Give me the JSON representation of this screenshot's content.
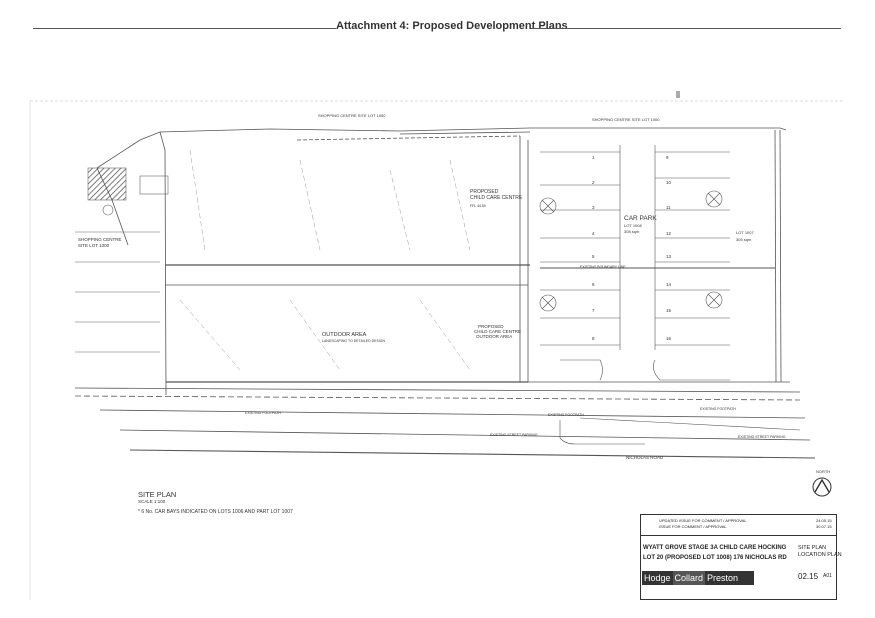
{
  "header": {
    "title": "Attachment 4: Proposed Development Plans"
  },
  "plan": {
    "shopping_top_left": "SHOPPING CENTRE SITE LOT 1000",
    "shopping_top_right": "SHOPPING CENTRE SITE LOT 1000",
    "shopping_left": "SHOPPING CENTRE\nSITE LOT 1000",
    "proposed_centre": "PROPOSED\nCHILD CARE CENTRE",
    "centre_area": "FFL 44.50",
    "car_park": "CAR PARK",
    "car_park_lot": "LOT 1008",
    "car_park_area": "308 sqm",
    "lot_1007": "LOT 1007",
    "lot_1007_area": "305 sqm",
    "outdoor": "OUTDOOR AREA",
    "outdoor_note": "LANDSCAPING TO DETAILED DESIGN",
    "proposed_outdoor": "PROPOSED\nCHILD CARE CENTRE\nOUTDOOR AREA",
    "road": "NICHOLAS ROAD",
    "footpath_a": "EXISTING FOOTPATH",
    "footpath_b": "EXISTING FOOTPATH",
    "footpath_c": "EXISTING FOOTPATH",
    "parking_a": "EXISTING STREET PARKING",
    "parking_b": "EXISTING STREET PARKING",
    "existing_boundary": "EXISTING BOUNDARY LINE",
    "north": "NORTH",
    "bay_numbers": [
      "1",
      "2",
      "3",
      "4",
      "5",
      "6",
      "7",
      "8",
      "9",
      "10",
      "11",
      "12",
      "13",
      "14",
      "15",
      "16"
    ]
  },
  "site": {
    "title": "SITE PLAN",
    "scale": "SCALE 1:100",
    "note": "* 6 No. CAR BAYS INDICATED ON LOTS 1006 AND PART LOT 1007"
  },
  "title_block": {
    "revisions": [
      "UPDATED ISSUE FOR COMMENT / APPROVAL",
      "ISSUE FOR COMMENT / APPROVAL"
    ],
    "rev_dates": [
      "24.05.15",
      "30.07.15"
    ],
    "project_line1": "WYATT GROVE STAGE 3A CHILD CARE HOCKING",
    "project_line2": "LOT 20 (PROPOSED LOT 1008) 176 NICHOLAS RD",
    "drawing_title_1": "SITE PLAN",
    "drawing_title_2": "LOCATION PLAN",
    "date": "02.15",
    "sheet": "A01",
    "logo_1": "Hodge",
    "logo_2": "Collard",
    "logo_3": "Preston"
  }
}
